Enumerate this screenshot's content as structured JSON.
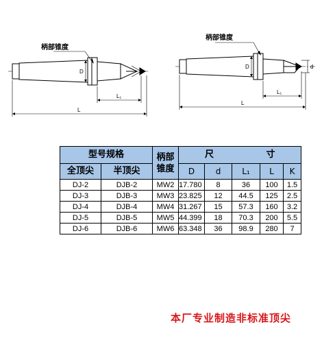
{
  "drawings": {
    "left": {
      "taper_label": "柄部锥度",
      "dim_D": "D",
      "dim_L1": "L₁",
      "dim_L": "L"
    },
    "right": {
      "taper_label": "柄部锥度",
      "dim_D": "D",
      "dim_d": "d",
      "dim_L1": "L₁",
      "dim_L": "L"
    }
  },
  "table": {
    "header": {
      "model_spec": "型号规格",
      "full_center": "全顶尖",
      "half_center": "半顶尖",
      "taper": "柄部锥度",
      "dimension_left": "尺",
      "dimension_right": "寸",
      "D": "D",
      "d": "d",
      "L1": "L₁",
      "L": "L",
      "K": "K"
    },
    "rows": [
      {
        "full": "DJ-2",
        "half": "DJB-2",
        "taper": "MW2",
        "D": "17.780",
        "d": "8",
        "L1": "36",
        "L": "100",
        "K": "1.5"
      },
      {
        "full": "DJ-3",
        "half": "DJB-3",
        "taper": "MW3",
        "D": "23.825",
        "d": "12",
        "L1": "44.5",
        "L": "125",
        "K": "2.5"
      },
      {
        "full": "DJ-4",
        "half": "DJB-4",
        "taper": "MW4",
        "D": "31.267",
        "d": "15",
        "L1": "57.3",
        "L": "160",
        "K": "3.2"
      },
      {
        "full": "DJ-5",
        "half": "DJB-5",
        "taper": "MW5",
        "D": "44.399",
        "d": "18",
        "L1": "70.3",
        "L": "200",
        "K": "5.5"
      },
      {
        "full": "DJ-6",
        "half": "DJB-6",
        "taper": "MW6",
        "D": "63.348",
        "d": "36",
        "L1": "98.9",
        "L": "280",
        "K": "7"
      }
    ]
  },
  "footer": {
    "note": "本厂专业制造非标准顶尖"
  },
  "colors": {
    "header_bg": "#a7c6e8",
    "note_red": "#d9161a"
  }
}
